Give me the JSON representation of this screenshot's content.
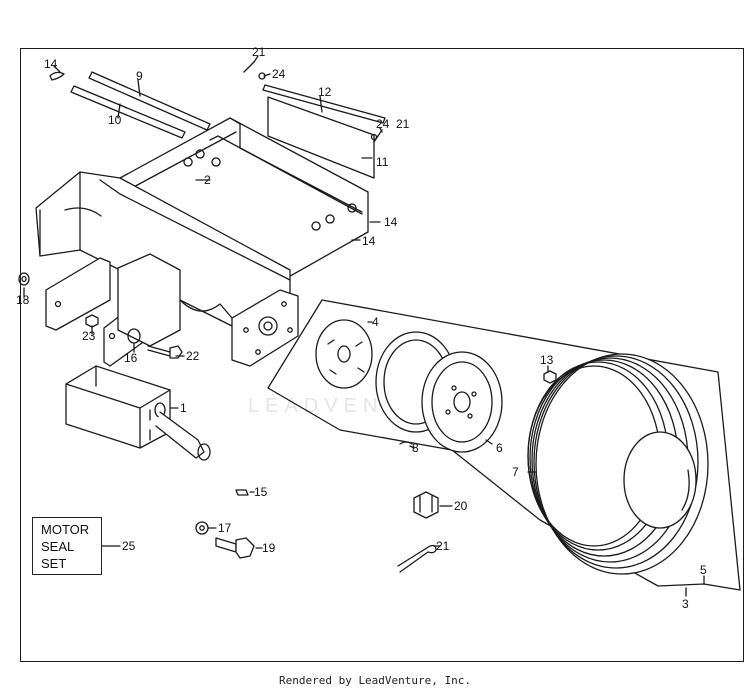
{
  "watermark": "LEADVENTURE",
  "motor_seal_set": {
    "lines": [
      "MOTOR",
      "SEAL",
      "SET"
    ],
    "callout": "25"
  },
  "footer": "Rendered by LeadVenture, Inc.",
  "parts": {
    "p1": "1",
    "p2": "2",
    "p3": "3",
    "p4": "4",
    "p5": "5",
    "p6": "6",
    "p7": "7",
    "p8": "8",
    "p9": "9",
    "p10": "10",
    "p11": "11",
    "p12": "12",
    "p13": "13",
    "p14a": "14",
    "p14b": "14",
    "p14c": "14",
    "p15": "15",
    "p16": "16",
    "p17": "17",
    "p18": "18",
    "p19": "19",
    "p20": "20",
    "p21a": "21",
    "p21b": "21",
    "p21c": "21",
    "p22": "22",
    "p23": "23",
    "p24a": "24",
    "p24b": "24"
  }
}
